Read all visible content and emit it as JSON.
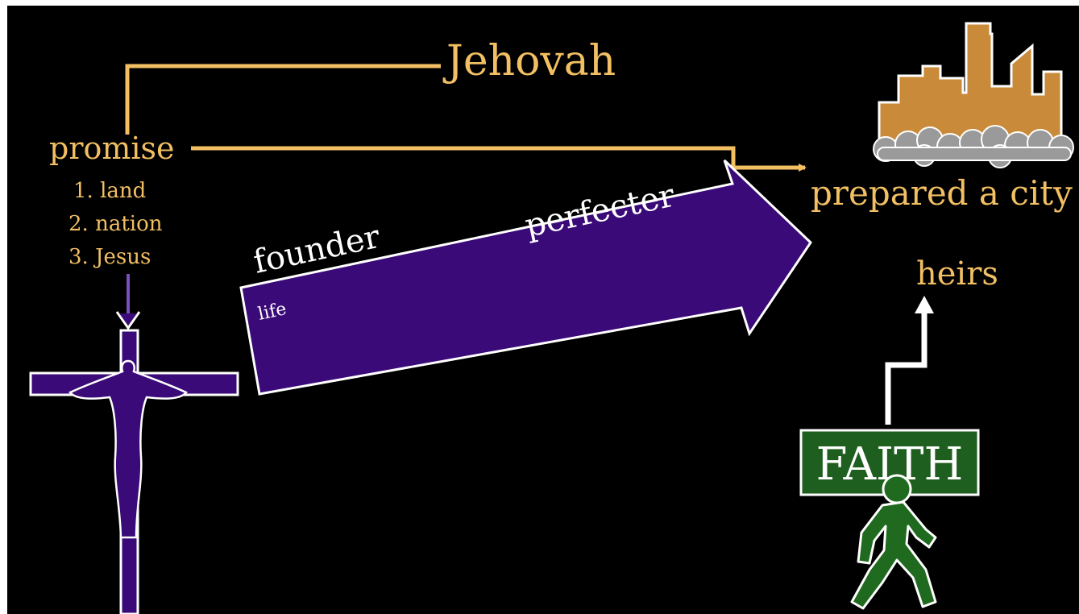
{
  "colors": {
    "background": "#000000",
    "gold": "#f2bf63",
    "purple": "#3a0a78",
    "white": "#ffffff",
    "city": "#c98a3a",
    "cloud": "#9a9a9a",
    "faith_green": "#1e5e1e",
    "walker_green": "#1f6a1f"
  },
  "labels": {
    "jehovah": "Jehovah",
    "promise": "promise",
    "promise_items": [
      "1. land",
      "2. nation",
      "3. Jesus"
    ],
    "prepared_city": "prepared a city",
    "heirs": "heirs",
    "founder": "founder",
    "perfecter": "perfecter",
    "life": "life",
    "faith": "FAITH"
  },
  "icons": {
    "crucifix": "crucifix-icon",
    "city": "city-skyline-icon",
    "walker": "walking-person-icon"
  }
}
